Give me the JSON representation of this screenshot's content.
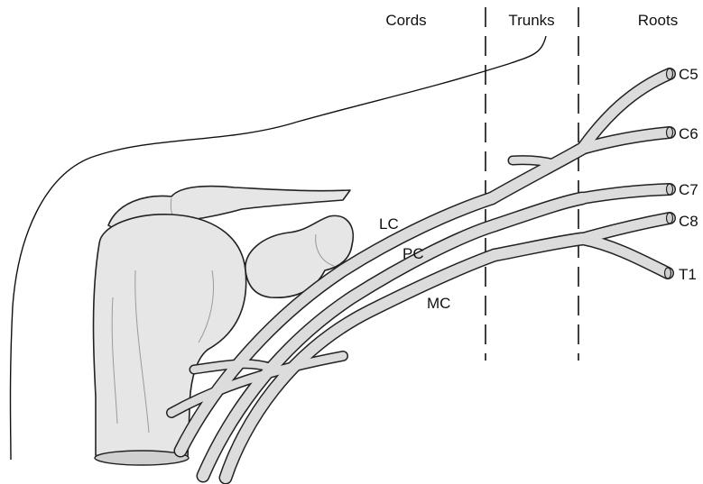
{
  "sections": {
    "cords": "Cords",
    "trunks": "Trunks",
    "roots": "Roots"
  },
  "roots": {
    "c5": "C5",
    "c6": "C6",
    "c7": "C7",
    "c8": "C8",
    "t1": "T1"
  },
  "cords": {
    "lateral": "LC",
    "posterior": "PC",
    "medial": "MC"
  },
  "colors": {
    "nerve_fill": "#dcdcdc",
    "bone_fill": "#e6e6e6",
    "outline": "#222222"
  }
}
